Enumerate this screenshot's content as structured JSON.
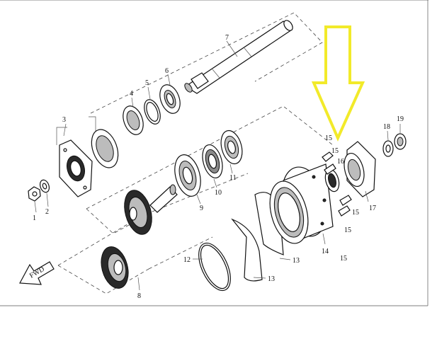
{
  "labels": {
    "p1": "1",
    "p2": "2",
    "p3": "3",
    "p4": "4",
    "p5": "5",
    "p6": "6",
    "p7": "7",
    "p8": "8",
    "p9": "9",
    "p10": "10",
    "p11": "11",
    "p12": "12",
    "p13a": "13",
    "p13b": "13",
    "p14": "14",
    "p15a": "15",
    "p15b": "15",
    "p15c": "15",
    "p15d": "15",
    "p15e": "15",
    "p16": "16",
    "p17": "17",
    "p18": "18",
    "p19": "19"
  },
  "fwd_label": "FWD",
  "colors": {
    "highlight_arrow": "#f2ea2a",
    "line": "#222222",
    "background": "#ffffff"
  }
}
